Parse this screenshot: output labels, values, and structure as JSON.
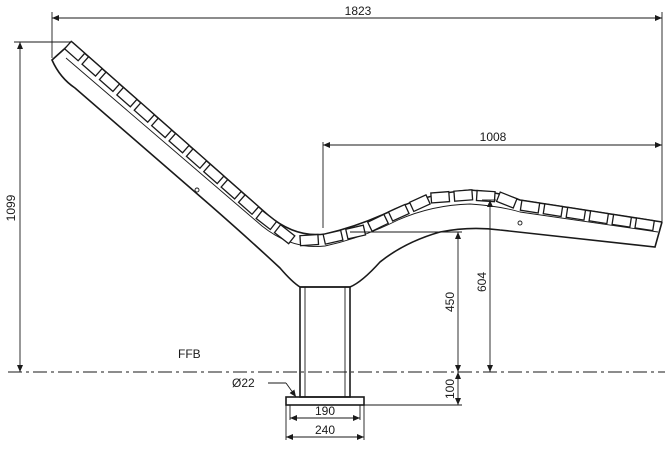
{
  "dimensions": {
    "overall_length": "1823",
    "backrest_height": "1099",
    "seat_length": "1008",
    "seat_height": "604",
    "post_height": "450",
    "base_height": "100",
    "post_width": "190",
    "base_width": "240",
    "anchor_diameter": "Ø22"
  },
  "labels": {
    "floor_reference": "FFB"
  },
  "colors": {
    "line": "#1a1a1a",
    "background": "#ffffff"
  }
}
